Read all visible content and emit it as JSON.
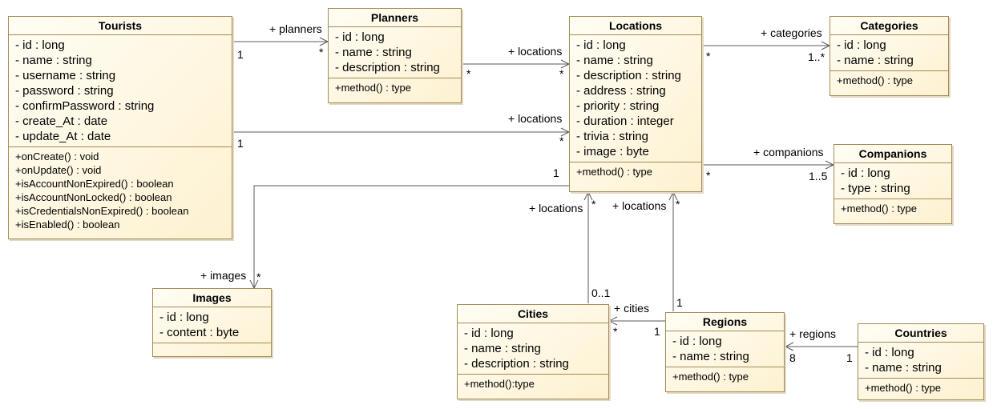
{
  "classes": {
    "tourists": {
      "name": "Tourists",
      "attributes": [
        "- id : long",
        "- name : string",
        "- username : string",
        "- password : string",
        "- confirmPassword : string",
        "- create_At : date",
        "- update_At : date"
      ],
      "operations": [
        "+onCreate() : void",
        "+onUpdate() : void",
        "+isAccountNonExpired() : boolean",
        "+isAccountNonLocked() : boolean",
        "+isCredentialsNonExpired() : boolean",
        "+isEnabled() : boolean"
      ]
    },
    "planners": {
      "name": "Planners",
      "attributes": [
        "- id : long",
        "- name : string",
        "- description : string"
      ],
      "operations": [
        "+method() : type"
      ]
    },
    "locations": {
      "name": "Locations",
      "attributes": [
        "- id : long",
        "- name : string",
        "- description : string",
        "- address : string",
        "- priority : string",
        "- duration : integer",
        "- trivia : string",
        "- image : byte"
      ],
      "operations": [
        "+method() : type"
      ]
    },
    "categories": {
      "name": "Categories",
      "attributes": [
        "- id : long",
        "- name : string"
      ],
      "operations": [
        "+method() : type"
      ]
    },
    "companions": {
      "name": "Companions",
      "attributes": [
        "- id : long",
        "- type : string"
      ],
      "operations": [
        "+method() : type"
      ]
    },
    "images": {
      "name": "Images",
      "attributes": [
        "- id : long",
        "- content : byte"
      ],
      "operations": []
    },
    "cities": {
      "name": "Cities",
      "attributes": [
        "- id : long",
        "- name : string",
        "- description : string"
      ],
      "operations": [
        "+method():type"
      ]
    },
    "regions": {
      "name": "Regions",
      "attributes": [
        "- id : long",
        "- name : string"
      ],
      "operations": [
        "+method() : type"
      ]
    },
    "countries": {
      "name": "Countries",
      "attributes": [
        "- id : long",
        "- name : string"
      ],
      "operations": [
        "+method() : type"
      ]
    }
  },
  "associations": {
    "tourists_planners": {
      "role": "+ planners",
      "source_mult": "1",
      "target_mult": "*"
    },
    "planners_locations": {
      "role": "+ locations",
      "source_mult": "*",
      "target_mult": "*"
    },
    "tourists_locations": {
      "role": "+ locations",
      "source_mult": "1",
      "target_mult": "*"
    },
    "locations_categories": {
      "role": "+ categories",
      "source_mult": "*",
      "target_mult": "1..*"
    },
    "locations_companions": {
      "role": "+ companions",
      "source_mult": "*",
      "target_mult": "1..5"
    },
    "locations_images": {
      "role": "+ images",
      "source_mult": "1",
      "target_mult": "*"
    },
    "cities_locations": {
      "role": "+ locations",
      "source_mult": "0..1",
      "target_mult": "*"
    },
    "regions_locations": {
      "role": "+ locations",
      "source_mult": "1",
      "target_mult": "*"
    },
    "regions_cities": {
      "role": "+ cities",
      "source_mult": "1",
      "target_mult": "*"
    },
    "countries_regions": {
      "role": "+ regions",
      "source_mult": "1",
      "target_mult": "8"
    }
  }
}
